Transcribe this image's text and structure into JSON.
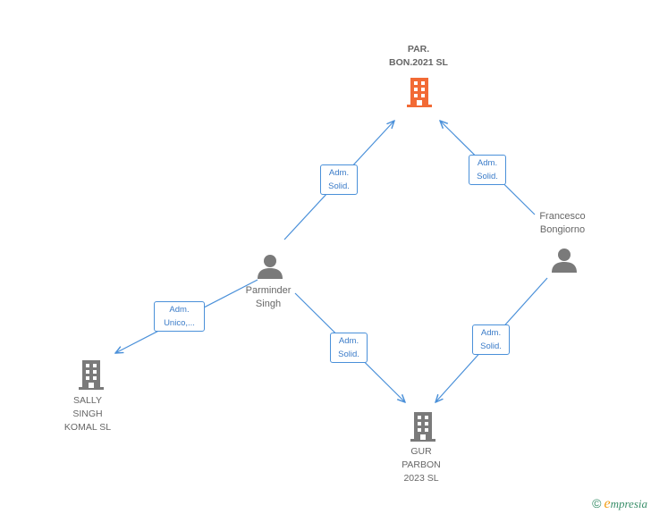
{
  "colors": {
    "edge": "#4a90d9",
    "focus_company": "#f26a35",
    "company": "#7a7a7a",
    "person": "#7a7a7a"
  },
  "nodes": {
    "par_bon": {
      "name_line1": "PAR.",
      "name_line2": "BON.2021  SL",
      "icon": "building-icon"
    },
    "sally": {
      "name_line1": "SALLY",
      "name_line2": "SINGH",
      "name_line3": "KOMAL  SL",
      "icon": "building-icon"
    },
    "gur": {
      "name_line1": "GUR",
      "name_line2": "PARBON",
      "name_line3": "2023  SL",
      "icon": "building-icon"
    },
    "parminder": {
      "name_line1": "Parminder",
      "name_line2": "Singh",
      "icon": "person-icon"
    },
    "francesco": {
      "name_line1": "Francesco",
      "name_line2": "Bongiorno",
      "icon": "person-icon"
    }
  },
  "edges": {
    "parminder_parbon": {
      "line1": "Adm.",
      "line2": "Solid."
    },
    "francesco_parbon": {
      "line1": "Adm.",
      "line2": "Solid."
    },
    "parminder_sally": {
      "line1": "Adm.",
      "line2": "Unico,..."
    },
    "parminder_gur": {
      "line1": "Adm.",
      "line2": "Solid."
    },
    "francesco_gur": {
      "line1": "Adm.",
      "line2": "Solid."
    }
  },
  "footer": {
    "copyright": "©",
    "brand_initial": "e",
    "brand_rest": "mpresia"
  }
}
